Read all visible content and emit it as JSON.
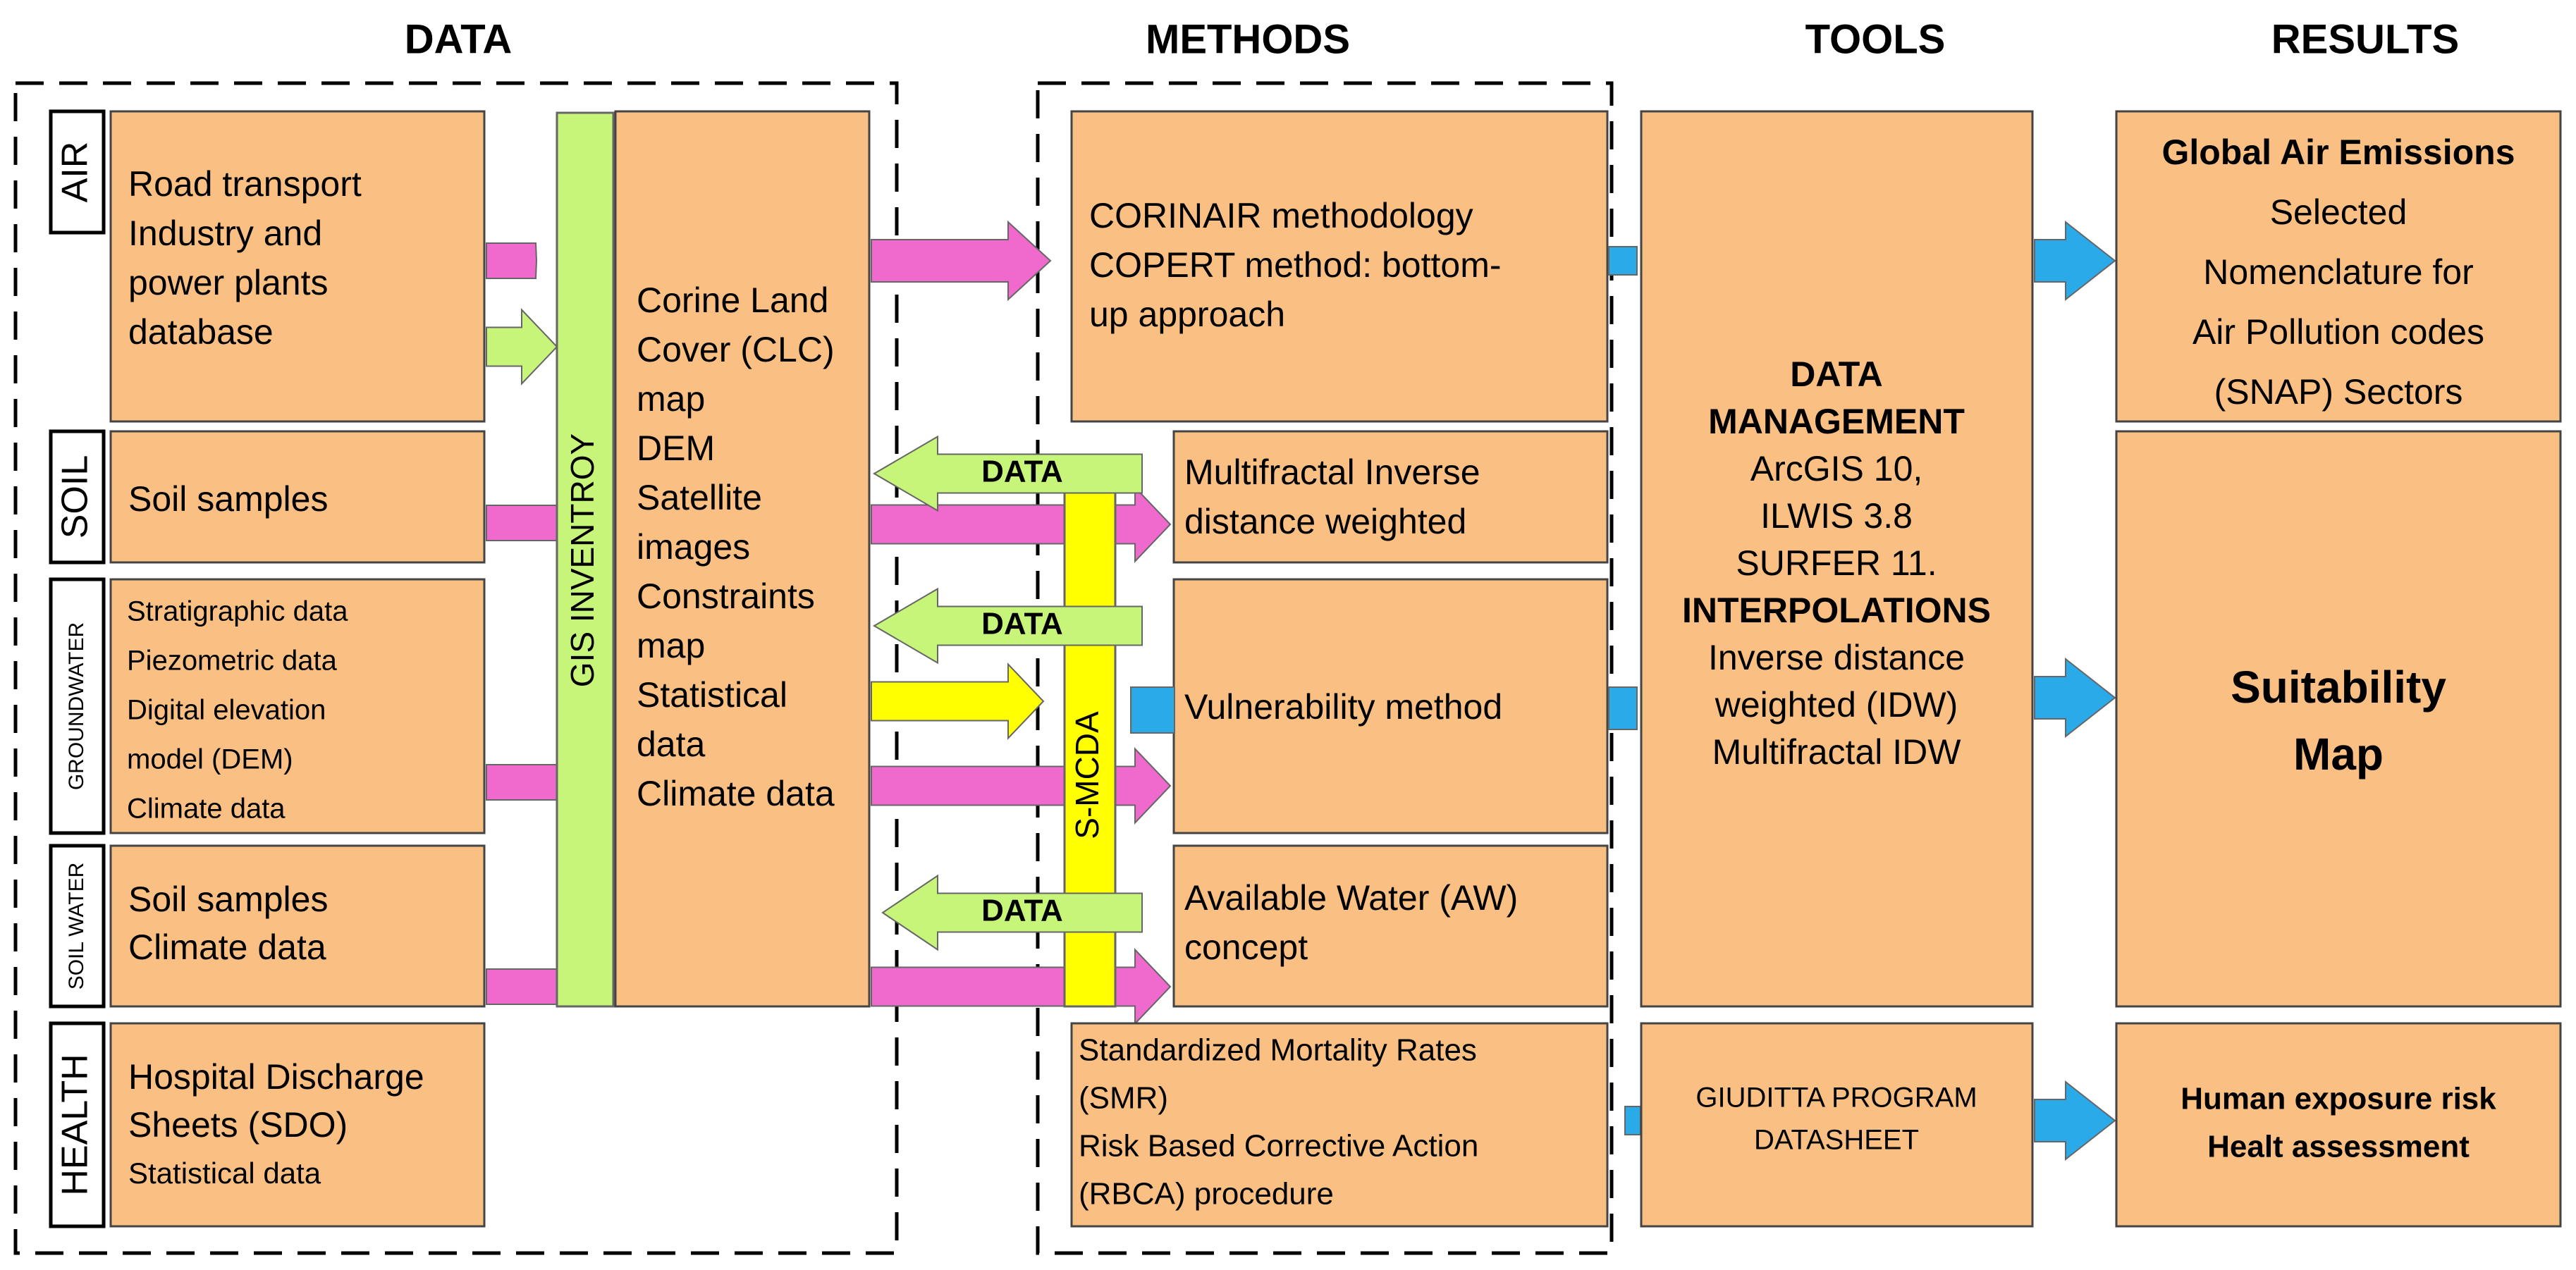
{
  "headers": {
    "data": "DATA",
    "methods": "METHODS",
    "tools": "TOOLS",
    "results": "RESULTS"
  },
  "side_labels": {
    "air": "AIR",
    "soil": "SOIL",
    "groundwater": "GROUNDWATER",
    "soil_water": "SOIL WATER",
    "health": "HEALTH"
  },
  "data_boxes": {
    "air": [
      "Road transport",
      "Industry and",
      "power plants",
      "database"
    ],
    "soil": [
      "Soil samples"
    ],
    "groundwater": [
      "Stratigraphic data",
      "Piezometric data",
      "Digital elevation",
      "model (DEM)",
      "Climate data"
    ],
    "soil_water": [
      "Soil samples",
      "Climate data"
    ],
    "health": [
      "Hospital Discharge",
      "Sheets  (SDO)",
      "Statistical data"
    ]
  },
  "gis_inventory": "GIS   INVENTROY",
  "gis_box": [
    "Corine Land",
    "Cover (CLC)",
    "map",
    "DEM",
    "Satellite",
    "images",
    "Constraints",
    "map",
    "Statistical",
    "data",
    "Climate data"
  ],
  "data_arrow_label": "DATA",
  "smcda": "S-MCDA",
  "methods": {
    "corinair": [
      "CORINAIR methodology",
      "COPERT method: bottom-",
      "up approach"
    ],
    "multifractal": [
      "Multifractal Inverse",
      "distance weighted"
    ],
    "vulnerability": [
      "Vulnerability method"
    ],
    "available_water": [
      "Available Water (AW)",
      "concept"
    ],
    "mortality": [
      "Standardized Mortality Rates",
      "(SMR)",
      "Risk Based Corrective Action",
      "(RBCA) procedure"
    ]
  },
  "tools": {
    "main": [
      {
        "text": "DATA",
        "bold": true
      },
      {
        "text": "MANAGEMENT",
        "bold": true
      },
      {
        "text": "ArcGIS 10,",
        "bold": false
      },
      {
        "text": "ILWIS 3.8",
        "bold": false
      },
      {
        "text": "SURFER 11.",
        "bold": false
      },
      {
        "text": "INTERPOLATIONS",
        "bold": true
      },
      {
        "text": "Inverse distance",
        "bold": false
      },
      {
        "text": "weighted (IDW)",
        "bold": false
      },
      {
        "text": "Multifractal IDW",
        "bold": false
      }
    ],
    "giuditta": [
      "GIUDITTA PROGRAM",
      "DATASHEET"
    ]
  },
  "results": {
    "air": [
      {
        "text": "Global Air Emissions",
        "bold": true
      },
      {
        "text": "Selected",
        "bold": false
      },
      {
        "text": "Nomenclature for",
        "bold": false
      },
      {
        "text": "Air Pollution codes",
        "bold": false
      },
      {
        "text": "(SNAP) Sectors",
        "bold": false
      }
    ],
    "suitability": [
      "Suitability",
      "Map"
    ],
    "health": [
      "Human exposure risk",
      "Healt assessment"
    ]
  },
  "colors": {
    "box_fill": "#F9BF83",
    "box_stroke": "#444444",
    "arrow_pink": "#F06ACD",
    "arrow_green": "#C6F57A",
    "arrow_blue": "#2AAAE8",
    "bar_yellow": "#FFFF00",
    "bar_green": "#C6F57A"
  }
}
